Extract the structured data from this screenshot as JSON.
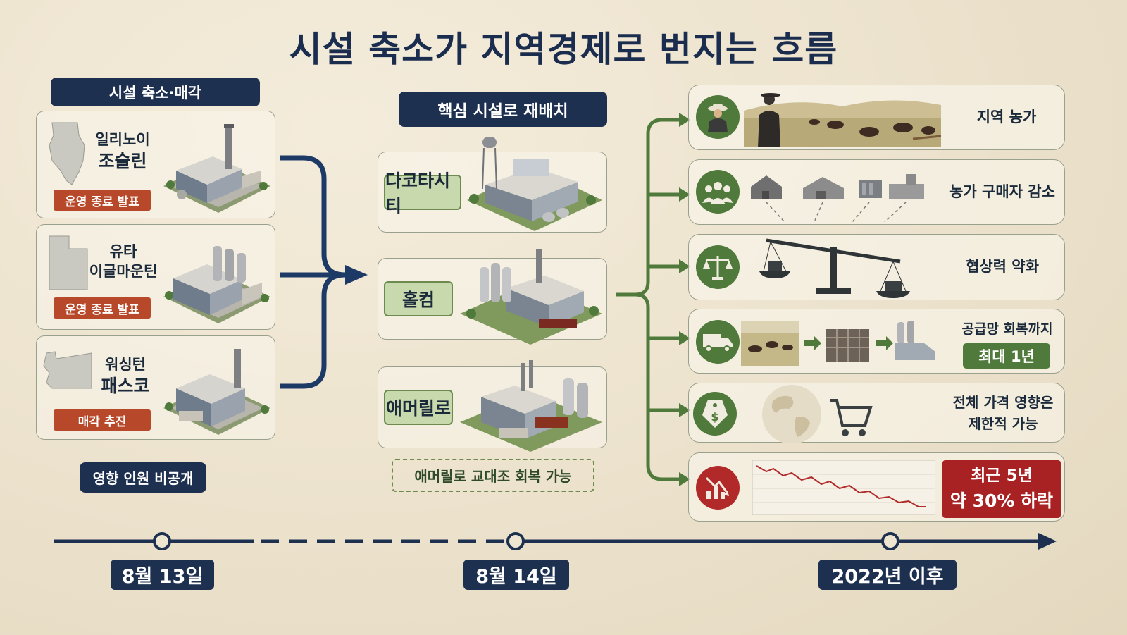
{
  "title": "시설 축소가  지역경제로  번지는 흐름",
  "left": {
    "header": "시설 축소·매각",
    "cards": [
      {
        "line1": "일리노이",
        "line2": "조슬린",
        "tag": "운영 종료 발표"
      },
      {
        "line1": "유타",
        "line2": "이글마운틴",
        "tag": "운영 종료 발표"
      },
      {
        "line1": "워싱턴",
        "line2": "패스코",
        "tag": "매각 추진"
      }
    ],
    "footer": "영향 인원 비공개"
  },
  "middle": {
    "header": "핵심 시설로 재배치",
    "plants": [
      "다코타시티",
      "홀컴",
      "애머릴로"
    ],
    "note": "애머릴로 교대조 회복 가능"
  },
  "right": {
    "items": [
      {
        "label": "지역 농가",
        "icon": "farmer-icon"
      },
      {
        "label": "농가 구매자 감소",
        "icon": "people-icon"
      },
      {
        "label": "협상력 약화",
        "icon": "scale-icon"
      },
      {
        "label": "공급망 회복까지",
        "badge": "최대 1년",
        "icon": "truck-icon"
      },
      {
        "label_line1": "전체 가격 영향은",
        "label_line2": "제한적 가능",
        "icon": "price-tag-icon"
      },
      {
        "box_line1": "최근 5년",
        "box_line2": "약 30% 하락",
        "icon": "decline-chart-icon"
      }
    ]
  },
  "timeline": [
    "8월 13일",
    "8월 14일",
    "2022년 이후"
  ],
  "colors": {
    "navy": "#1d3050",
    "green": "#4f7a3b",
    "red": "#a82223",
    "tag_red": "#b7482a"
  }
}
